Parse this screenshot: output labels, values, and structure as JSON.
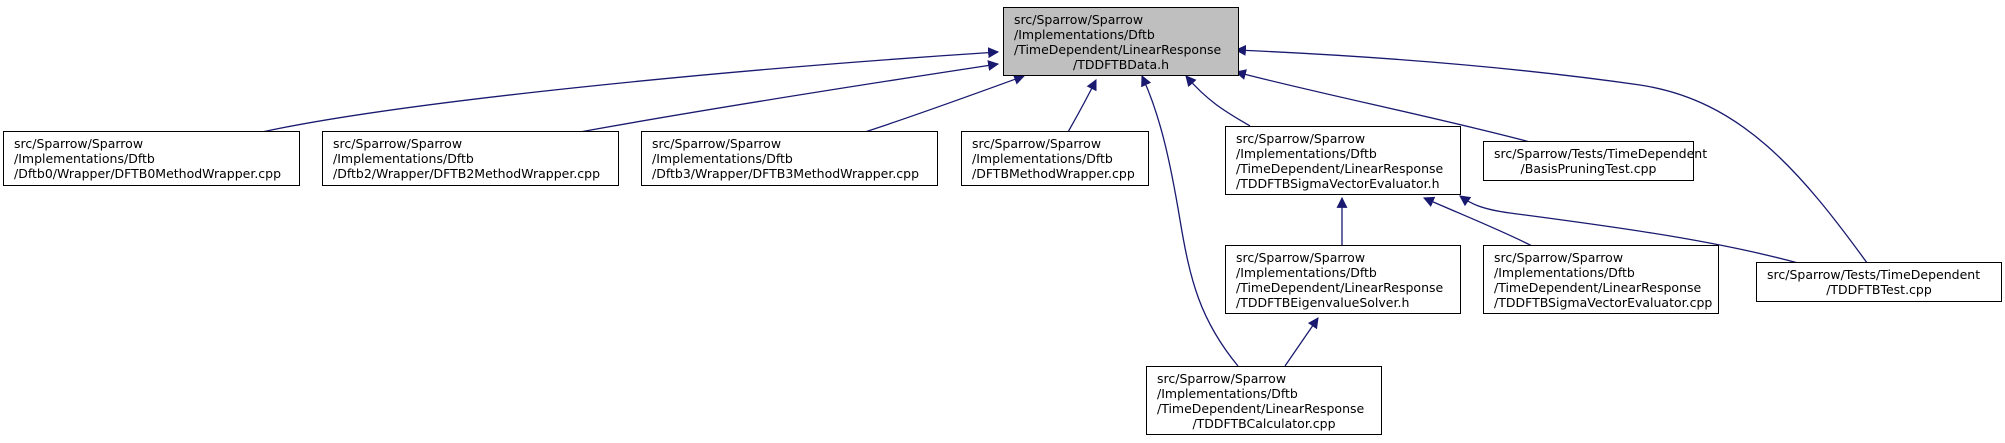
{
  "colors": {
    "edge": "#191970",
    "root_fill": "#bfbfbf",
    "node_fill": "#ffffff",
    "border": "#000000"
  },
  "nodes": {
    "root": {
      "lines": [
        "src/Sparrow/Sparrow",
        "/Implementations/Dftb",
        "/TimeDependent/LinearResponse",
        "/TDDFTBData.h"
      ]
    },
    "dftb0": {
      "lines": [
        "src/Sparrow/Sparrow",
        "/Implementations/Dftb",
        "/Dftb0/Wrapper/DFTB0MethodWrapper.cpp"
      ]
    },
    "dftb2": {
      "lines": [
        "src/Sparrow/Sparrow",
        "/Implementations/Dftb",
        "/Dftb2/Wrapper/DFTB2MethodWrapper.cpp"
      ]
    },
    "dftb3": {
      "lines": [
        "src/Sparrow/Sparrow",
        "/Implementations/Dftb",
        "/Dftb3/Wrapper/DFTB3MethodWrapper.cpp"
      ]
    },
    "dftbwrap": {
      "lines": [
        "src/Sparrow/Sparrow",
        "/Implementations/Dftb",
        "/DFTBMethodWrapper.cpp"
      ]
    },
    "sigma_h": {
      "lines": [
        "src/Sparrow/Sparrow",
        "/Implementations/Dftb",
        "/TimeDependent/LinearResponse",
        "/TDDFTBSigmaVectorEvaluator.h"
      ]
    },
    "basis": {
      "lines": [
        "src/Sparrow/Tests/TimeDependent",
        "/BasisPruningTest.cpp"
      ]
    },
    "eigen_h": {
      "lines": [
        "src/Sparrow/Sparrow",
        "/Implementations/Dftb",
        "/TimeDependent/LinearResponse",
        "/TDDFTBEigenvalueSolver.h"
      ]
    },
    "sigma_cpp": {
      "lines": [
        "src/Sparrow/Sparrow",
        "/Implementations/Dftb",
        "/TimeDependent/LinearResponse",
        "/TDDFTBSigmaVectorEvaluator.cpp"
      ]
    },
    "tddftbtest": {
      "lines": [
        "src/Sparrow/Tests/TimeDependent",
        "/TDDFTBTest.cpp"
      ]
    },
    "calc": {
      "lines": [
        "src/Sparrow/Sparrow",
        "/Implementations/Dftb",
        "/TimeDependent/LinearResponse",
        "/TDDFTBCalculator.cpp"
      ]
    }
  },
  "edges": [
    [
      "dftb0",
      "root"
    ],
    [
      "dftb2",
      "root"
    ],
    [
      "dftb3",
      "root"
    ],
    [
      "dftbwrap",
      "root"
    ],
    [
      "sigma_h",
      "root"
    ],
    [
      "basis",
      "root"
    ],
    [
      "tddftbtest",
      "root"
    ],
    [
      "calc",
      "root"
    ],
    [
      "eigen_h",
      "sigma_h"
    ],
    [
      "sigma_cpp",
      "sigma_h"
    ],
    [
      "tddftbtest",
      "sigma_h"
    ],
    [
      "calc",
      "eigen_h"
    ]
  ]
}
